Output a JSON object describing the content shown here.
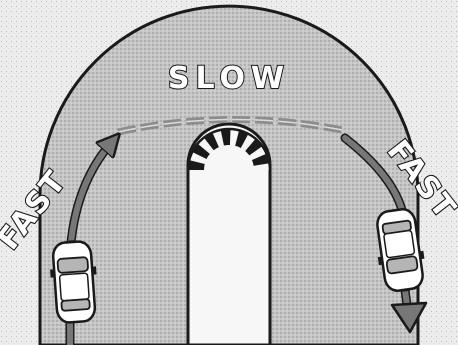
{
  "labels": {
    "top": "SLOW",
    "left": "FAST",
    "right": "FAST"
  },
  "colors": {
    "road": "#c4c4c4",
    "background": "#ededed",
    "outline": "#1a1a1a",
    "arrow": "#777777",
    "car_body": "#ffffff",
    "car_glass": "#b5b5b5"
  }
}
